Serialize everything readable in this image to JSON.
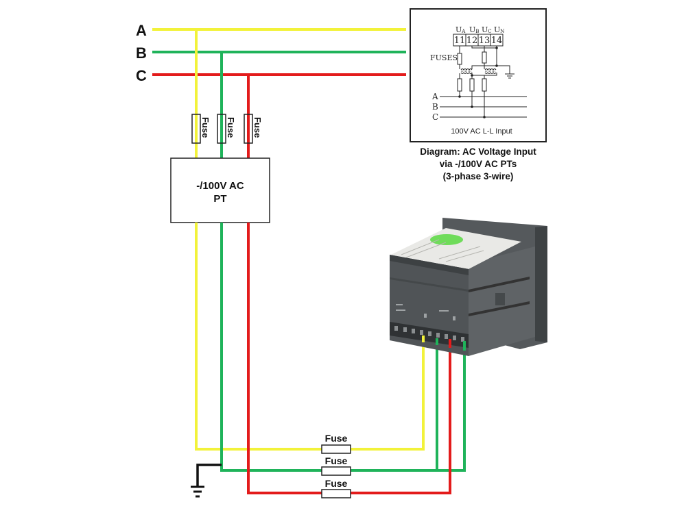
{
  "colors": {
    "phase_a": "#f2f23a",
    "phase_b": "#1fb35a",
    "phase_c": "#e31b1b",
    "ground": "#111111",
    "meter_body": "#4a4d50",
    "meter_label_dot": "#6fdc5a"
  },
  "phases": [
    {
      "id": "A",
      "label": "A"
    },
    {
      "id": "B",
      "label": "B"
    },
    {
      "id": "C",
      "label": "C"
    }
  ],
  "upper_fuses": [
    {
      "phase": "A",
      "label": "Fuse"
    },
    {
      "phase": "B",
      "label": "Fuse"
    },
    {
      "phase": "C",
      "label": "Fuse"
    }
  ],
  "pt_box": {
    "line1": "-/100V AC",
    "line2": "PT"
  },
  "lower_fuses": [
    {
      "phase": "A",
      "label": "Fuse"
    },
    {
      "phase": "B",
      "label": "Fuse"
    },
    {
      "phase": "C",
      "label": "Fuse"
    }
  ],
  "inset": {
    "terminal_headers": [
      {
        "main": "U",
        "sub": "A"
      },
      {
        "main": "U",
        "sub": "B"
      },
      {
        "main": "U",
        "sub": "C"
      },
      {
        "main": "U",
        "sub": "N"
      }
    ],
    "terminals": [
      "11",
      "12",
      "13",
      "14"
    ],
    "fuses_label": "FUSES",
    "line_labels": [
      "A",
      "B",
      "C"
    ],
    "caption": "100V AC L-L Input"
  },
  "diagram_caption": {
    "line1": "Diagram: AC Voltage Input",
    "line2": "via -/100V AC PTs",
    "line3": "(3-phase 3-wire)"
  },
  "icons": {
    "ground": "ground-icon",
    "meter": "power-meter-device"
  }
}
